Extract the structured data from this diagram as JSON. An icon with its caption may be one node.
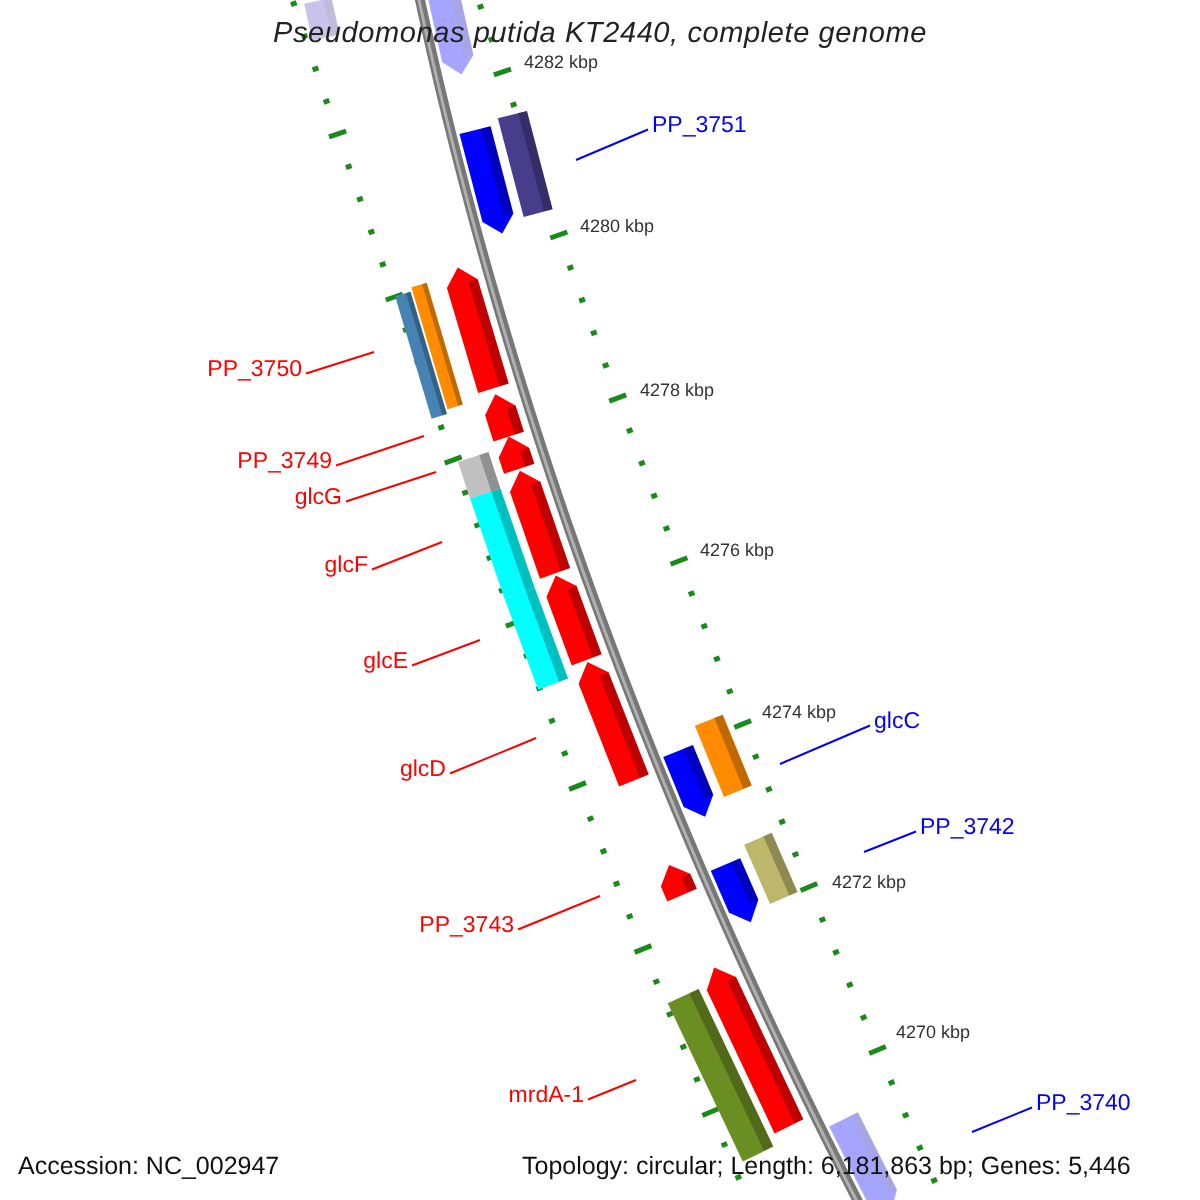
{
  "diagram": {
    "title": "Pseudomonas putida KT2440, complete genome",
    "nodes": [
      {
        "text": [
          "PP_3751"
        ]
      },
      {
        "text": [
          "PP_3750"
        ]
      },
      {
        "text": [
          "PP_3749"
        ]
      },
      {
        "text": [
          "glcG"
        ]
      },
      {
        "text": [
          "glcF"
        ]
      },
      {
        "text": [
          "glcE"
        ]
      },
      {
        "text": [
          "glcC"
        ]
      },
      {
        "text": [
          "glcD"
        ]
      },
      {
        "text": [
          "PP_3742"
        ]
      },
      {
        "text": [
          "PP_3743"
        ]
      },
      {
        "text": [
          "mrdA-1"
        ]
      },
      {
        "text": [
          "PP_3740"
        ]
      }
    ],
    "edges": [
      {
        "from": 0,
        "to": null,
        "arrow": "none",
        "color": "#0000ff"
      },
      {
        "from": 1,
        "to": null,
        "arrow": "none"
      },
      {
        "from": 2,
        "to": null,
        "arrow": "none"
      },
      {
        "from": 3,
        "to": null,
        "arrow": "none"
      },
      {
        "from": 4,
        "to": null,
        "arrow": "none"
      },
      {
        "from": 5,
        "to": null,
        "arrow": "none"
      },
      {
        "from": 6,
        "to": null,
        "arrow": "none",
        "color": "#0000ff"
      },
      {
        "from": 7,
        "to": null,
        "arrow": "none"
      },
      {
        "from": 8,
        "to": null,
        "arrow": "none",
        "color": "#0000ff"
      },
      {
        "from": 9,
        "to": null,
        "arrow": "none"
      },
      {
        "from": 10,
        "to": null,
        "arrow": "none"
      },
      {
        "from": 11,
        "to": null,
        "arrow": "none",
        "color": "#0000ff"
      }
    ],
    "labels": [
      "4282 kbp",
      "4280 kbp",
      "4278 kbp",
      "4276 kbp",
      "4274 kbp",
      "4272 kbp",
      "4270 kbp",
      "Accession: NC_002947",
      "Topology: circular; Length: 6,181,863 bp; Genes: 5,446"
    ]
  }
}
